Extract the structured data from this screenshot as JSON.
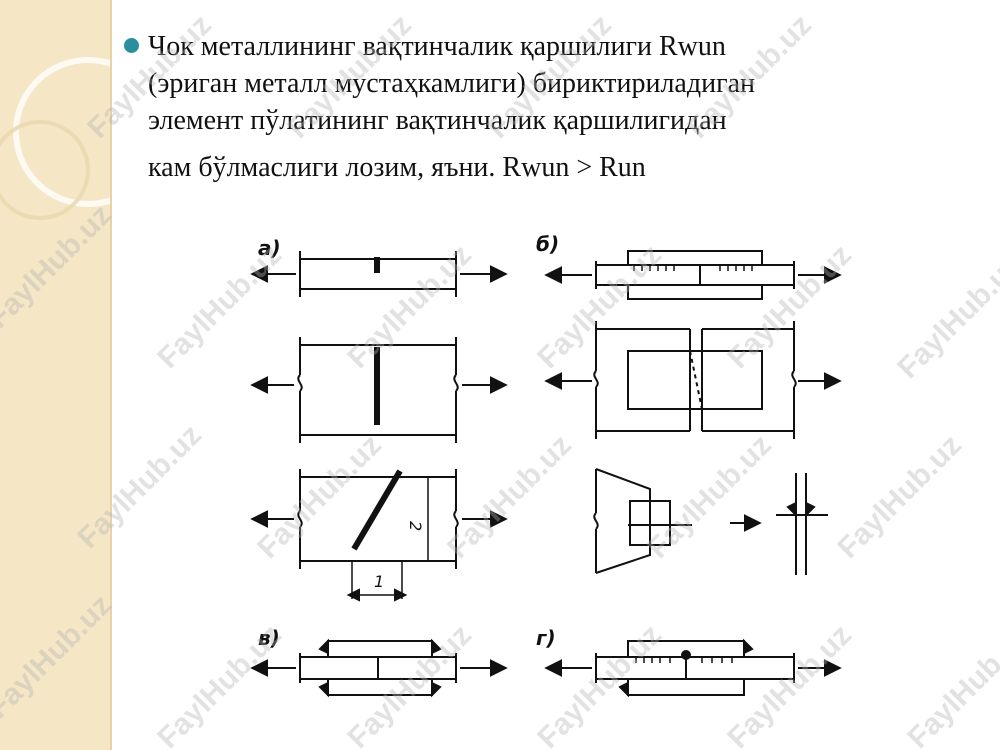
{
  "slide": {
    "bullet_lines": [
      "Чок металлининг вақтинчалик қаршилиги Rwun",
      "(эриган металл мустаҳкамлиги) бириктириладиган",
      "элемент пўлатининг вақтинчалик қаршилигидан",
      "кам  бўлмаслиги лозим, яъни. Rwun > Run"
    ],
    "bullet_color": "#2a8f9c"
  },
  "diagram": {
    "labels": {
      "a": "а)",
      "b": "б)",
      "v": "в)",
      "g": "г)"
    },
    "dimension_labels": {
      "width": "1",
      "height": "2"
    }
  },
  "watermark": {
    "text": "FaylHub.uz",
    "color": "#b4b4b4"
  },
  "background": {
    "left_band_color": "#f5e7c6"
  }
}
